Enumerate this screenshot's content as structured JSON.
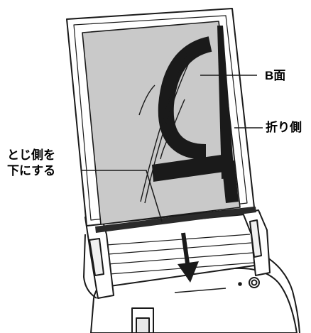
{
  "labels": {
    "b_side": "B面",
    "fold_side": "折り側",
    "instruction_line1": "とじ側を",
    "instruction_line2": "下にする"
  },
  "colors": {
    "sheet_gray": "#c9c9c9",
    "outline": "#1a1a1a",
    "fold_band": "#2a2a2a",
    "background": "#ffffff"
  }
}
